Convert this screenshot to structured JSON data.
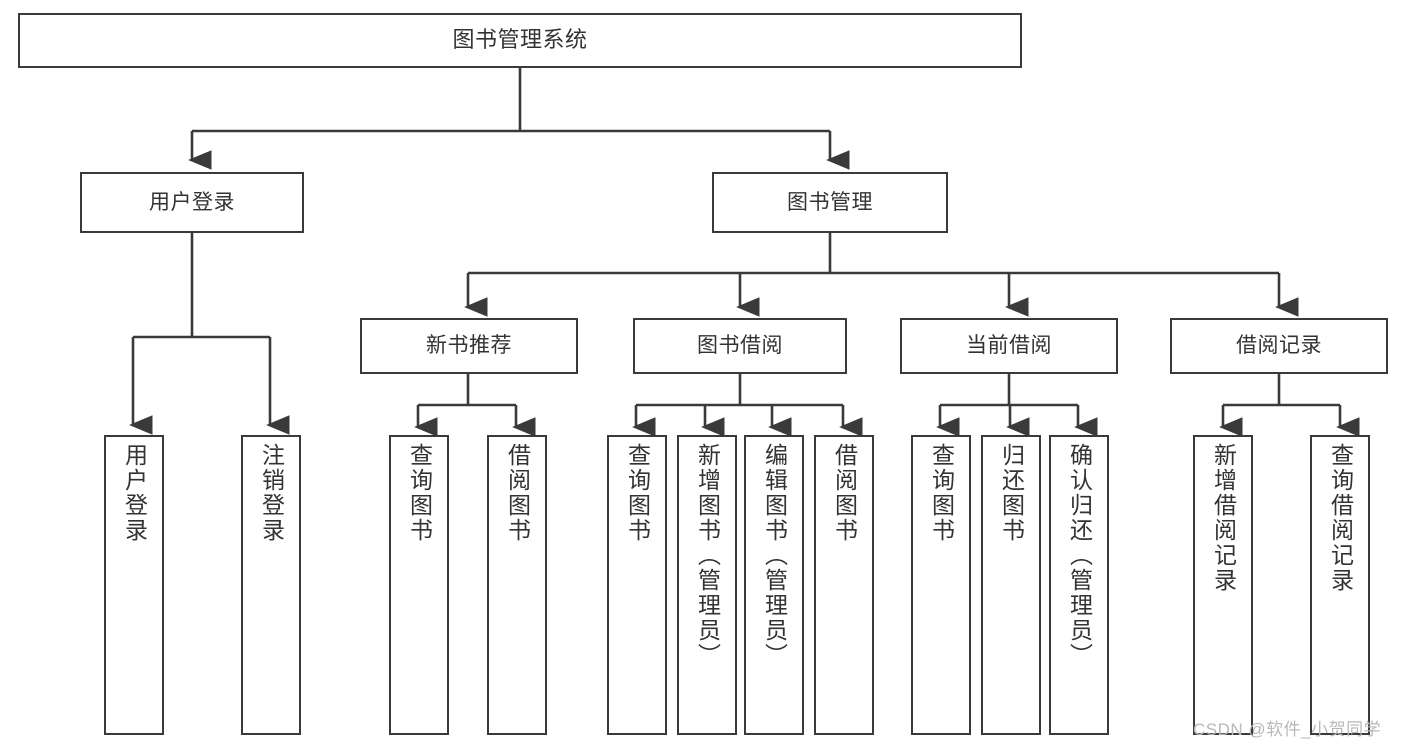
{
  "diagram": {
    "title": "图书管理系统",
    "type": "tree-hierarchy",
    "root": {
      "label": "图书管理系统"
    },
    "level1": [
      {
        "label": "用户登录"
      },
      {
        "label": "图书管理"
      }
    ],
    "level2": [
      {
        "label": "新书推荐"
      },
      {
        "label": "图书借阅"
      },
      {
        "label": "当前借阅"
      },
      {
        "label": "借阅记录"
      }
    ],
    "leaves": {
      "user_login": [
        {
          "label": "用户登录"
        },
        {
          "label": "注销登录"
        }
      ],
      "new_book_recommend": [
        {
          "label": "查询图书"
        },
        {
          "label": "借阅图书"
        }
      ],
      "book_borrow": [
        {
          "label": "查询图书"
        },
        {
          "label": "新增图书（管理员）"
        },
        {
          "label": "编辑图书（管理员）"
        },
        {
          "label": "借阅图书"
        }
      ],
      "current_borrow": [
        {
          "label": "查询图书"
        },
        {
          "label": "归还图书"
        },
        {
          "label": "确认归还（管理员）"
        }
      ],
      "borrow_record": [
        {
          "label": "新增借阅记录"
        },
        {
          "label": "查询借阅记录"
        }
      ]
    }
  },
  "watermark": {
    "text": "CSDN @软件_小贺同学"
  },
  "colors": {
    "border": "#3a3a3a",
    "text": "#333333",
    "background": "#ffffff",
    "watermark": "#b8b8b8"
  }
}
